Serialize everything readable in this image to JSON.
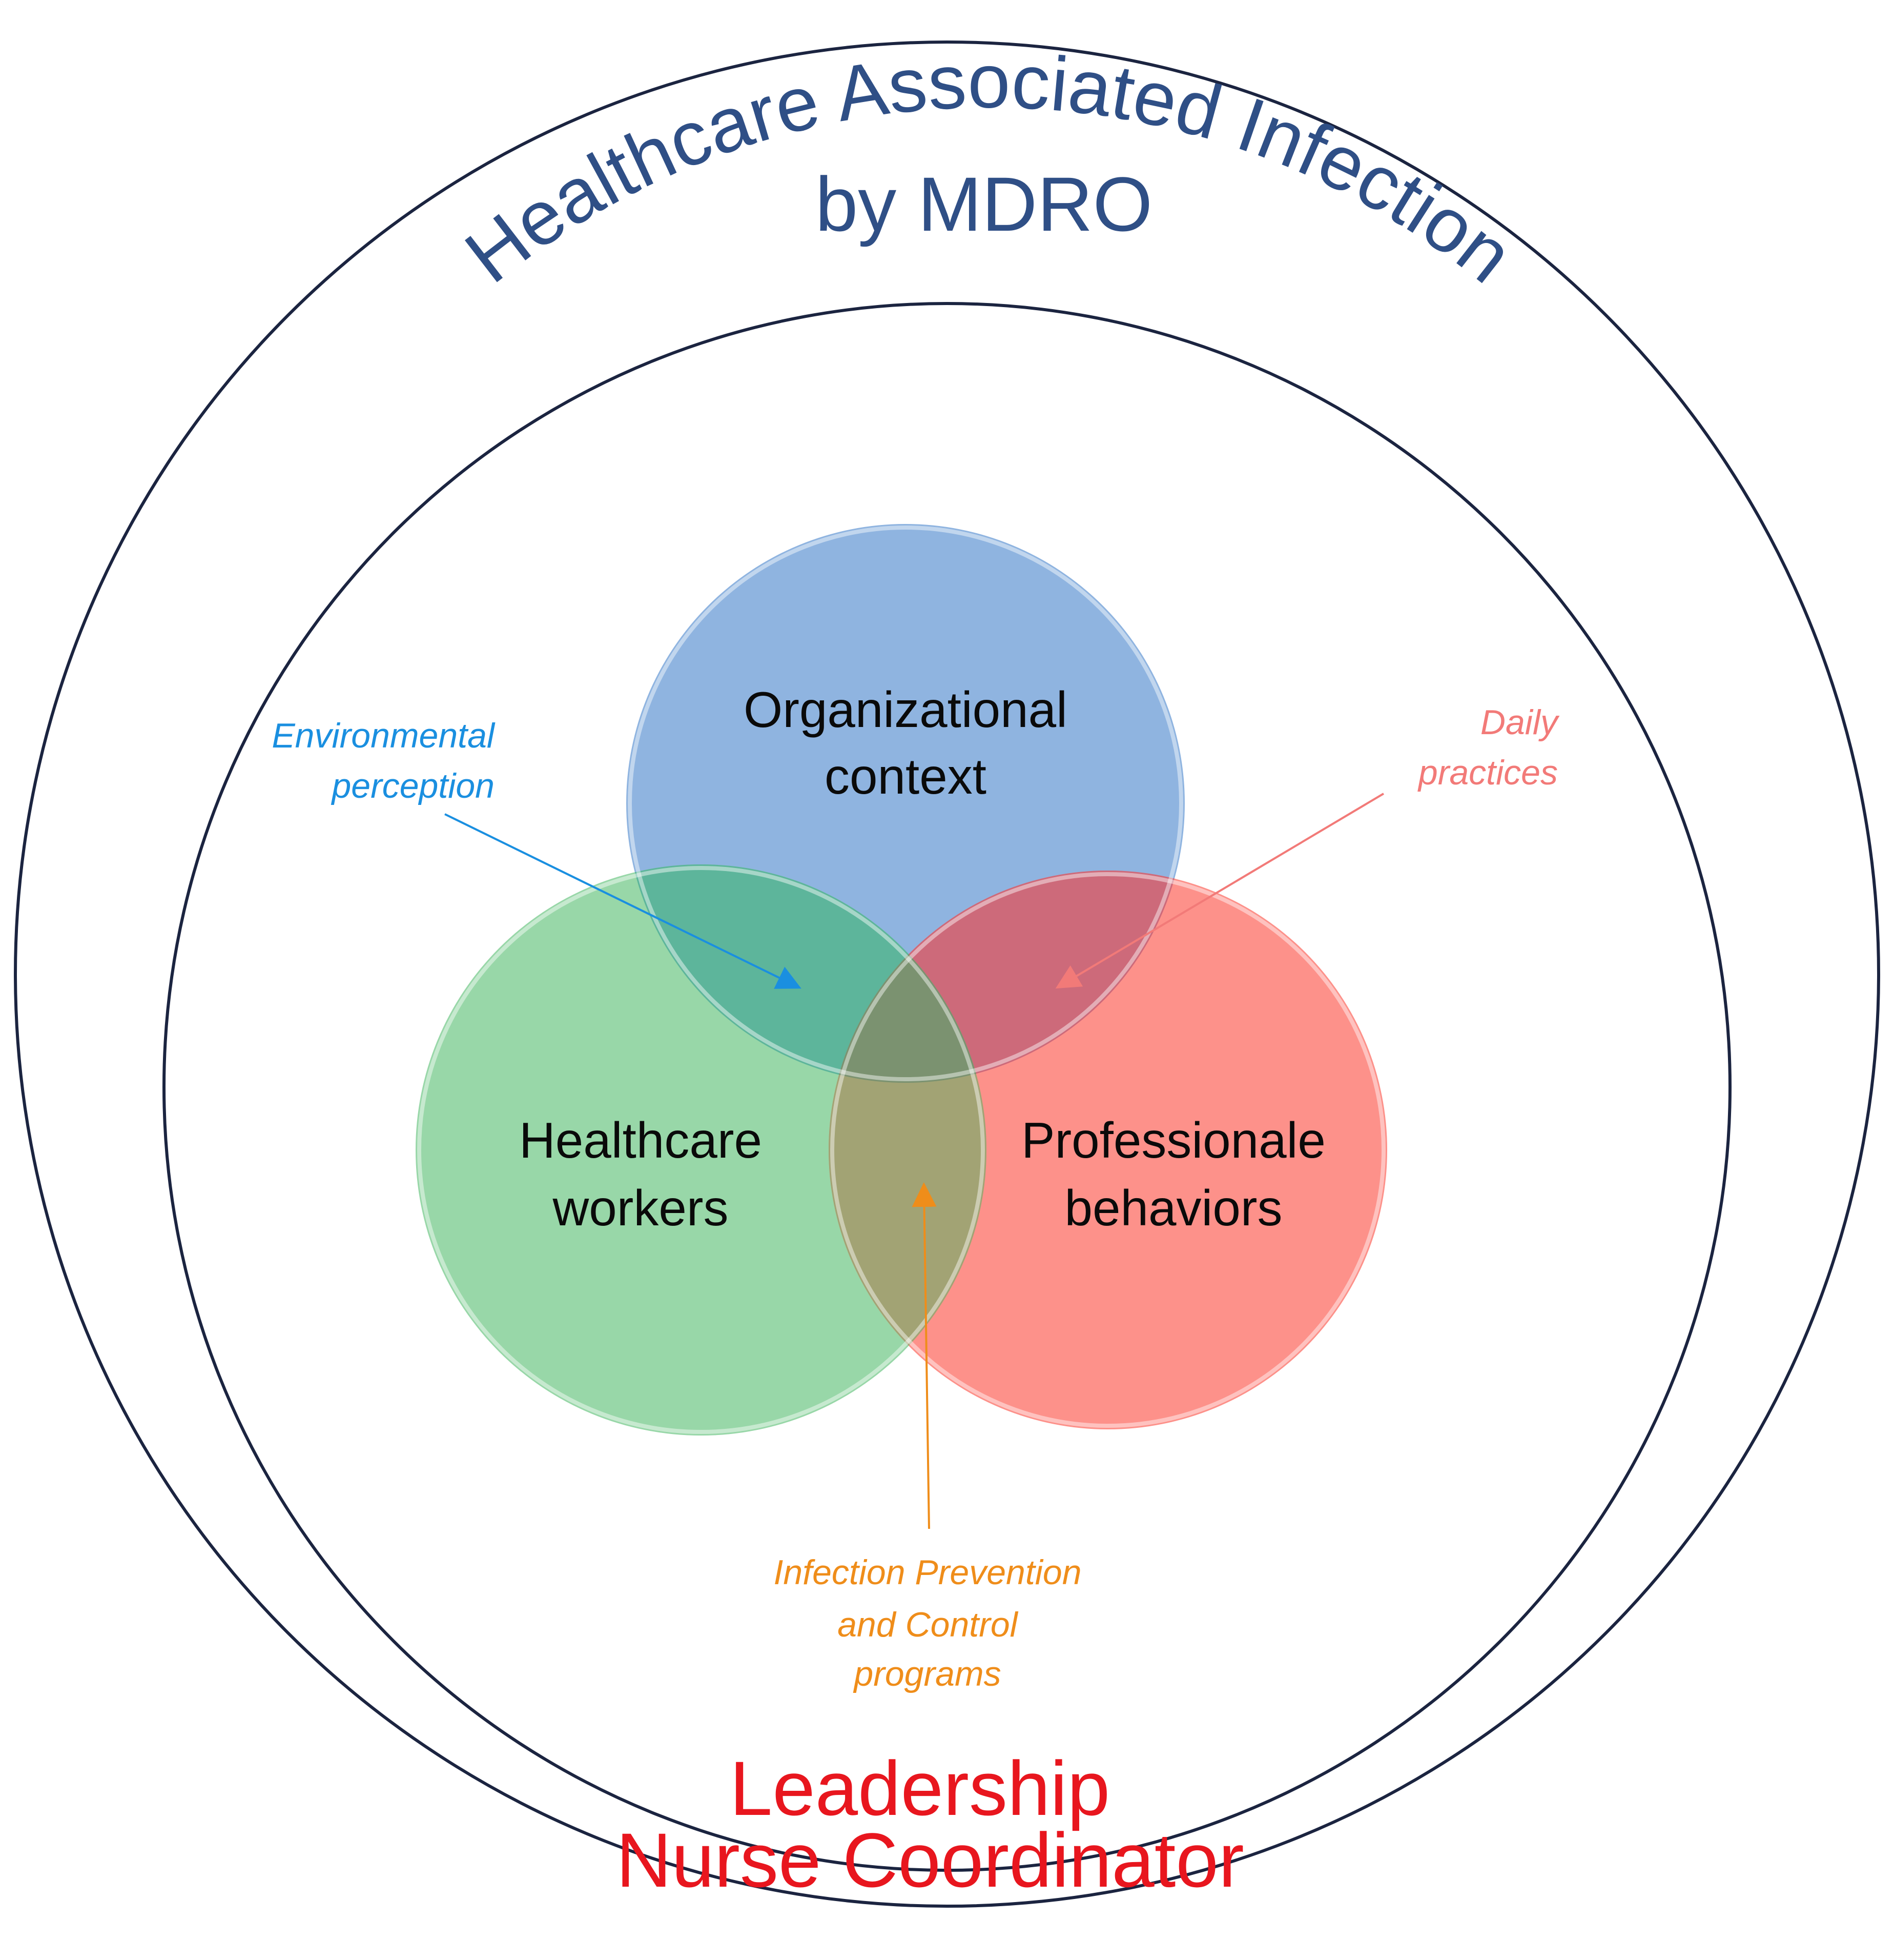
{
  "outer_text": {
    "line1": "Healthcare Associated Infection",
    "line2": "by MDRO"
  },
  "bottom_text": {
    "line1": "Leadership",
    "line2": "Nurse Coordinator"
  },
  "circles": {
    "organizational": {
      "line1": "Organizational",
      "line2": "context",
      "color": "#8fb4e0"
    },
    "healthcare": {
      "line1": "Healthcare",
      "line2": "workers",
      "color": "#98d7a8"
    },
    "professional": {
      "line1": "Professionale",
      "line2": "behaviors",
      "color": "#fd918a"
    }
  },
  "annotations": {
    "environmental": {
      "line1": "Environmental",
      "line2": "perception",
      "color": "#1a8fe0"
    },
    "daily": {
      "line1": "Daily",
      "line2": "practices",
      "color": "#f27a78"
    },
    "infection": {
      "line1": "Infection Prevention",
      "line2": "and Control",
      "line3": "programs",
      "color": "#ef8d1a"
    }
  },
  "colors": {
    "ring_stroke": "#1b2440",
    "overlap_org_hc": "#5db59b",
    "overlap_org_pro": "#cd6a7a",
    "overlap_hc_pro": "#a2a374",
    "overlap_center": "#7b9270"
  }
}
